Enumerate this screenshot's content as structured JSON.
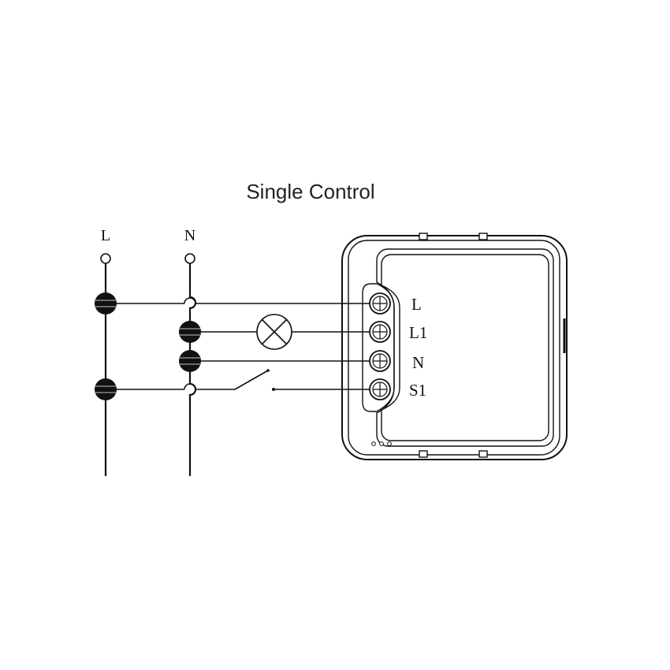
{
  "title": "Single Control",
  "supply": {
    "line_label": "L",
    "neutral_label": "N"
  },
  "terminals": [
    {
      "label": "L"
    },
    {
      "label": "L1"
    },
    {
      "label": "N"
    },
    {
      "label": "S1"
    }
  ],
  "icons": {
    "lamp": "lamp-icon",
    "switch": "switch-icon",
    "junction": "junction-dot-icon",
    "screw": "screw-terminal-icon"
  },
  "colors": {
    "ink": "#111111",
    "background": "#ffffff"
  }
}
